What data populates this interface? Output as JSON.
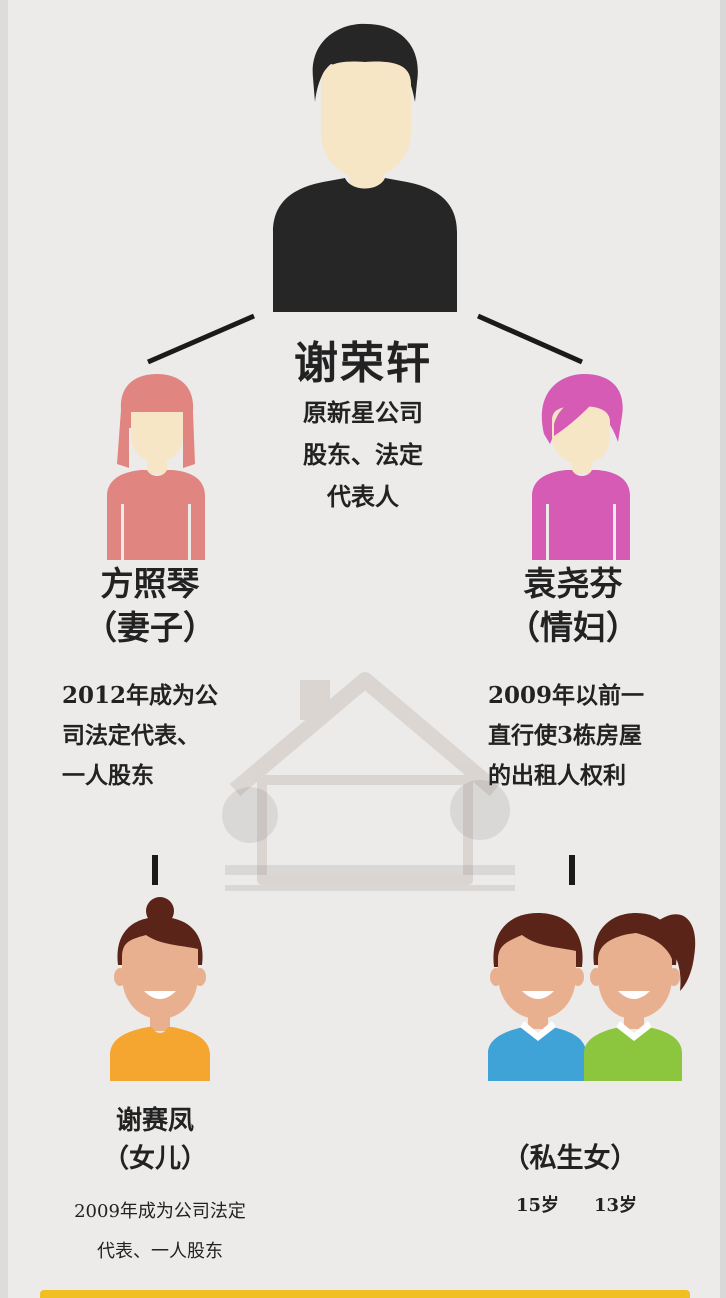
{
  "main_person": {
    "name": "谢荣轩",
    "desc_lines": [
      "原新星公司",
      "股东、法定",
      "代表人"
    ]
  },
  "wife": {
    "name": "方照琴",
    "role": "（妻子）",
    "note_lines": [
      "2012年成为公",
      "司法定代表、",
      "一人股东"
    ]
  },
  "mistress": {
    "name": "袁尧芬",
    "role": "（情妇）",
    "note_lines": [
      "2009年以前一",
      "直行使3栋房屋",
      "的出租人权利"
    ]
  },
  "daughter": {
    "name": "谢赛凤",
    "role": "（女儿）",
    "note_lines": [
      "2009年成为公司法定",
      "代表、一人股东"
    ]
  },
  "illegitimate_daughters": {
    "role": "（私生女）",
    "ages": [
      "15岁",
      "13岁"
    ]
  },
  "colors": {
    "background": "#ecebe9",
    "man": "#262626",
    "wife": "#e08580",
    "mistress": "#d65bb5",
    "daughter_shirt": "#f4a630",
    "girl1_shirt": "#3fa3d8",
    "girl2_shirt": "#8cc63f",
    "hair_brown": "#5a2418",
    "skin": "#f6e6c6"
  },
  "icons": [
    "man-figure-icon",
    "woman-figure-icon",
    "girl-figure-icon",
    "house-watermark-icon"
  ]
}
